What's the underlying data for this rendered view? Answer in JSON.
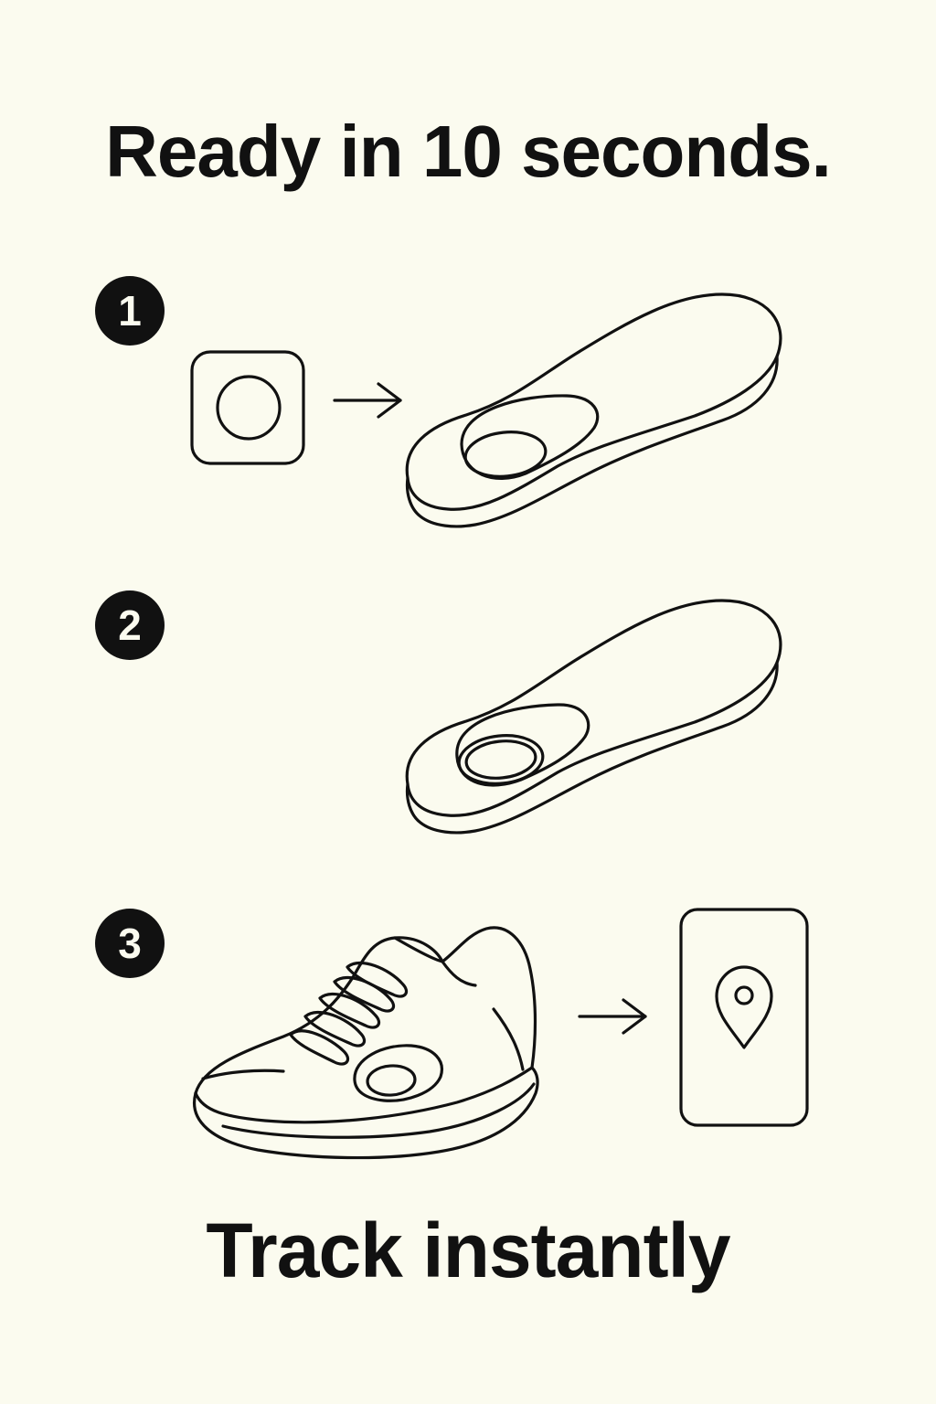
{
  "title": "Ready in 10 seconds.",
  "steps": [
    {
      "number": "1",
      "icons": [
        "sensor-pod-icon",
        "arrow-right-icon",
        "insole-icon"
      ]
    },
    {
      "number": "2",
      "icons": [
        "insole-with-pod-icon"
      ]
    },
    {
      "number": "3",
      "icons": [
        "sneaker-icon",
        "arrow-right-icon",
        "phone-location-icon"
      ]
    }
  ],
  "footer": "Track instantly",
  "colors": {
    "background": "#fbfbef",
    "ink": "#111111"
  }
}
